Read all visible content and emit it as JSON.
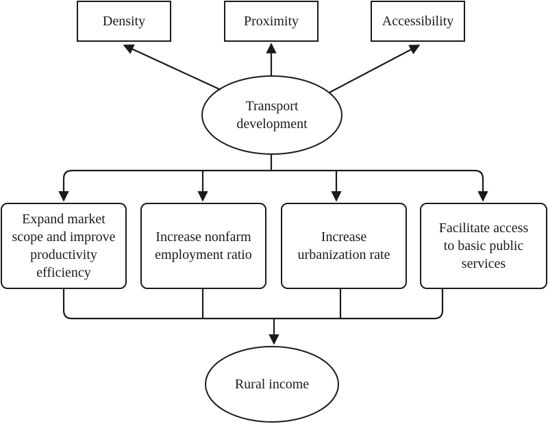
{
  "top_nodes": [
    "Density",
    "Proximity",
    "Accessibility"
  ],
  "center_node": [
    "Transport",
    "development"
  ],
  "mechanism_nodes": [
    [
      "Expand market",
      "scope and improve",
      "productivity",
      "efficiency"
    ],
    [
      "Increase nonfarm",
      "employment ratio"
    ],
    [
      "Increase",
      "urbanization rate"
    ],
    [
      "Facilitate access",
      "to basic public",
      "services"
    ]
  ],
  "outcome_node": [
    "Rural income"
  ],
  "colors": {
    "stroke": "#1a1a1a",
    "fill": "#ffffff",
    "text": "#1a1a1a"
  }
}
